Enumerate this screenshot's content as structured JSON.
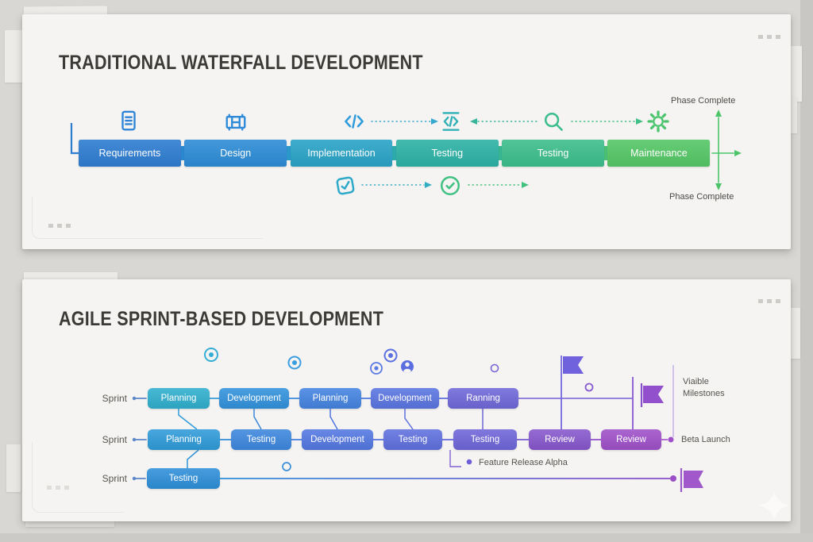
{
  "waterfall": {
    "title": "TRADITIONAL WATERFALL DEVELOPMENT",
    "phases": [
      {
        "label": "Requirements",
        "color": "#2e7dd1",
        "icon": "document-icon"
      },
      {
        "label": "Design",
        "color": "#2d8cd6",
        "icon": "storyboard-icon"
      },
      {
        "label": "Implementation",
        "color": "#2aa3c7",
        "icon": "code-icon"
      },
      {
        "label": "Testing",
        "color": "#2db2a5",
        "icon": "code-review-icon"
      },
      {
        "label": "Testing",
        "color": "#3dbe8b",
        "icon": "search-icon"
      },
      {
        "label": "Maintenance",
        "color": "#55c766",
        "icon": "gear-icon"
      }
    ],
    "labels": {
      "phase_complete_top": "Phase Complete",
      "phase_complete_bottom": "Phase Complete"
    },
    "accent_colors": {
      "flow_start": "#2e7dd1",
      "flow_end": "#4cc56a"
    }
  },
  "agile": {
    "title": "AGILE SPRINT-BASED DEVELOPMENT",
    "rows": [
      {
        "label": "Sprint",
        "boxes": [
          {
            "label": "Planning",
            "color": "#2fafce"
          },
          {
            "label": "Development",
            "color": "#3292dc"
          },
          {
            "label": "Planning",
            "color": "#4484e1"
          },
          {
            "label": "Development",
            "color": "#5a75e1"
          },
          {
            "label": "Ranning",
            "color": "#6f68d9"
          }
        ]
      },
      {
        "label": "Sprint",
        "boxes": [
          {
            "label": "Planning",
            "color": "#2f9bd9"
          },
          {
            "label": "Testing",
            "color": "#3d87de"
          },
          {
            "label": "Development",
            "color": "#5378e2"
          },
          {
            "label": "Testing",
            "color": "#5f70de"
          },
          {
            "label": "Testing",
            "color": "#6f66d9"
          },
          {
            "label": "Review",
            "color": "#8757cd"
          },
          {
            "label": "Review",
            "color": "#9f50c9"
          }
        ]
      },
      {
        "label": "Sprint",
        "boxes": [
          {
            "label": "Testing",
            "color": "#2e8fd9"
          }
        ]
      }
    ],
    "annotations": {
      "visible_milestones_line1": "Viaible",
      "visible_milestones_line2": "Milestones",
      "beta_launch": "Beta Launch",
      "feature_release": "Feature Release Alpha"
    },
    "accent_colors": {
      "timeline_start": "#2e8fd9",
      "timeline_end": "#8a50c8",
      "flag": "#9350cc"
    }
  },
  "icons": [
    "document-icon",
    "storyboard-icon",
    "code-icon",
    "code-review-icon",
    "search-icon",
    "gear-icon",
    "check-square-icon",
    "check-circle-icon",
    "target-circle-icon",
    "user-circle-icon",
    "milestone-flag-icon",
    "sparkle-icon"
  ]
}
